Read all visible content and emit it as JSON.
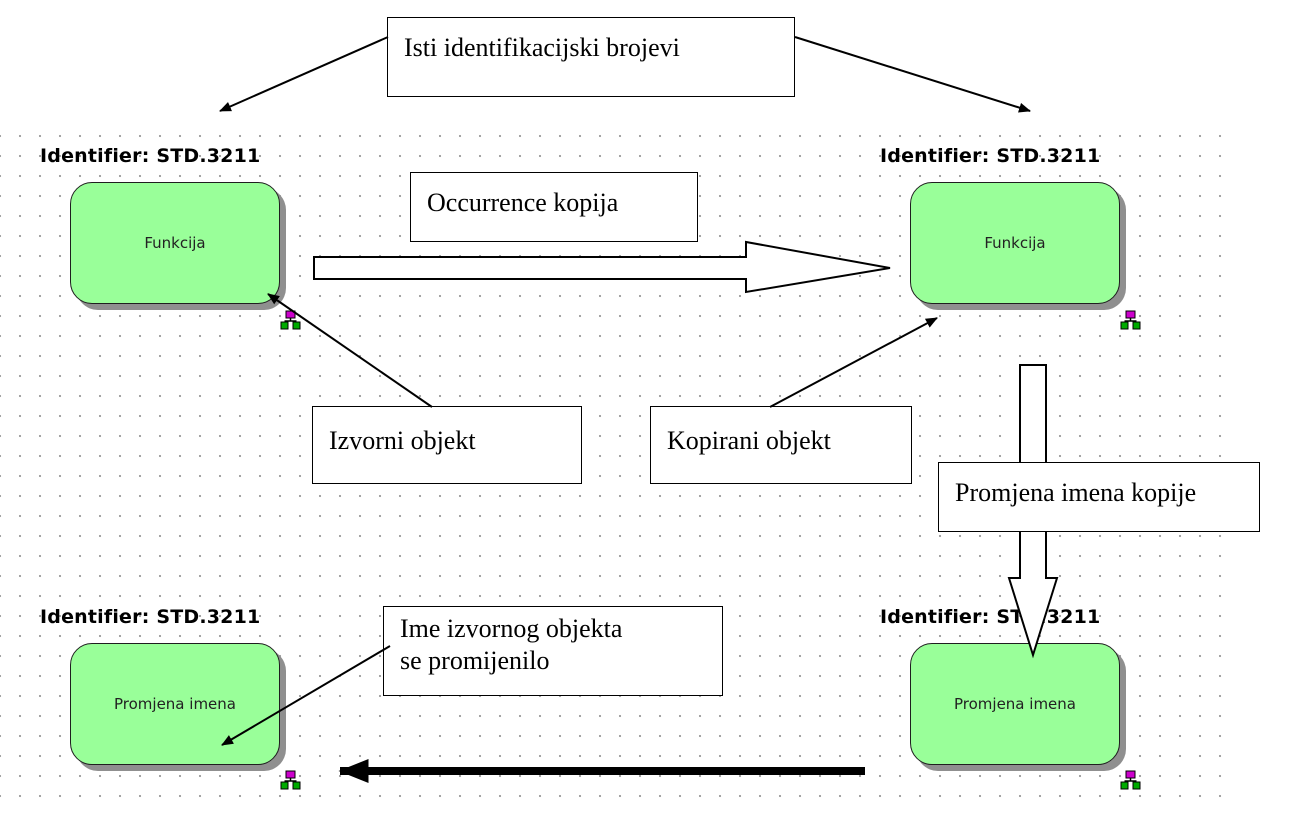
{
  "callouts": {
    "top": "Isti identifikacijski brojevi",
    "occurrence": "Occurrence kopija",
    "source": "Izvorni objekt",
    "copied": "Kopirani objekt",
    "rename": "Promjena imena kopije",
    "renamed": "Ime izvornog objekta\nse promijenilo"
  },
  "objects": [
    {
      "identifier": "Identifier: STD.3211",
      "name": "Funkcija"
    },
    {
      "identifier": "Identifier: STD.3211",
      "name": "Funkcija"
    },
    {
      "identifier": "Identifier: STD.3211",
      "name": "Promjena imena"
    },
    {
      "identifier": "Identifier: STD.3211",
      "name": "Promjena imena"
    }
  ],
  "colors": {
    "function_fill": "#99ff99",
    "icon_magenta": "#cc00cc",
    "icon_green": "#00aa00",
    "grid_dot": "#9a9a9a"
  },
  "icons": [
    "assignment-tree-icon"
  ]
}
